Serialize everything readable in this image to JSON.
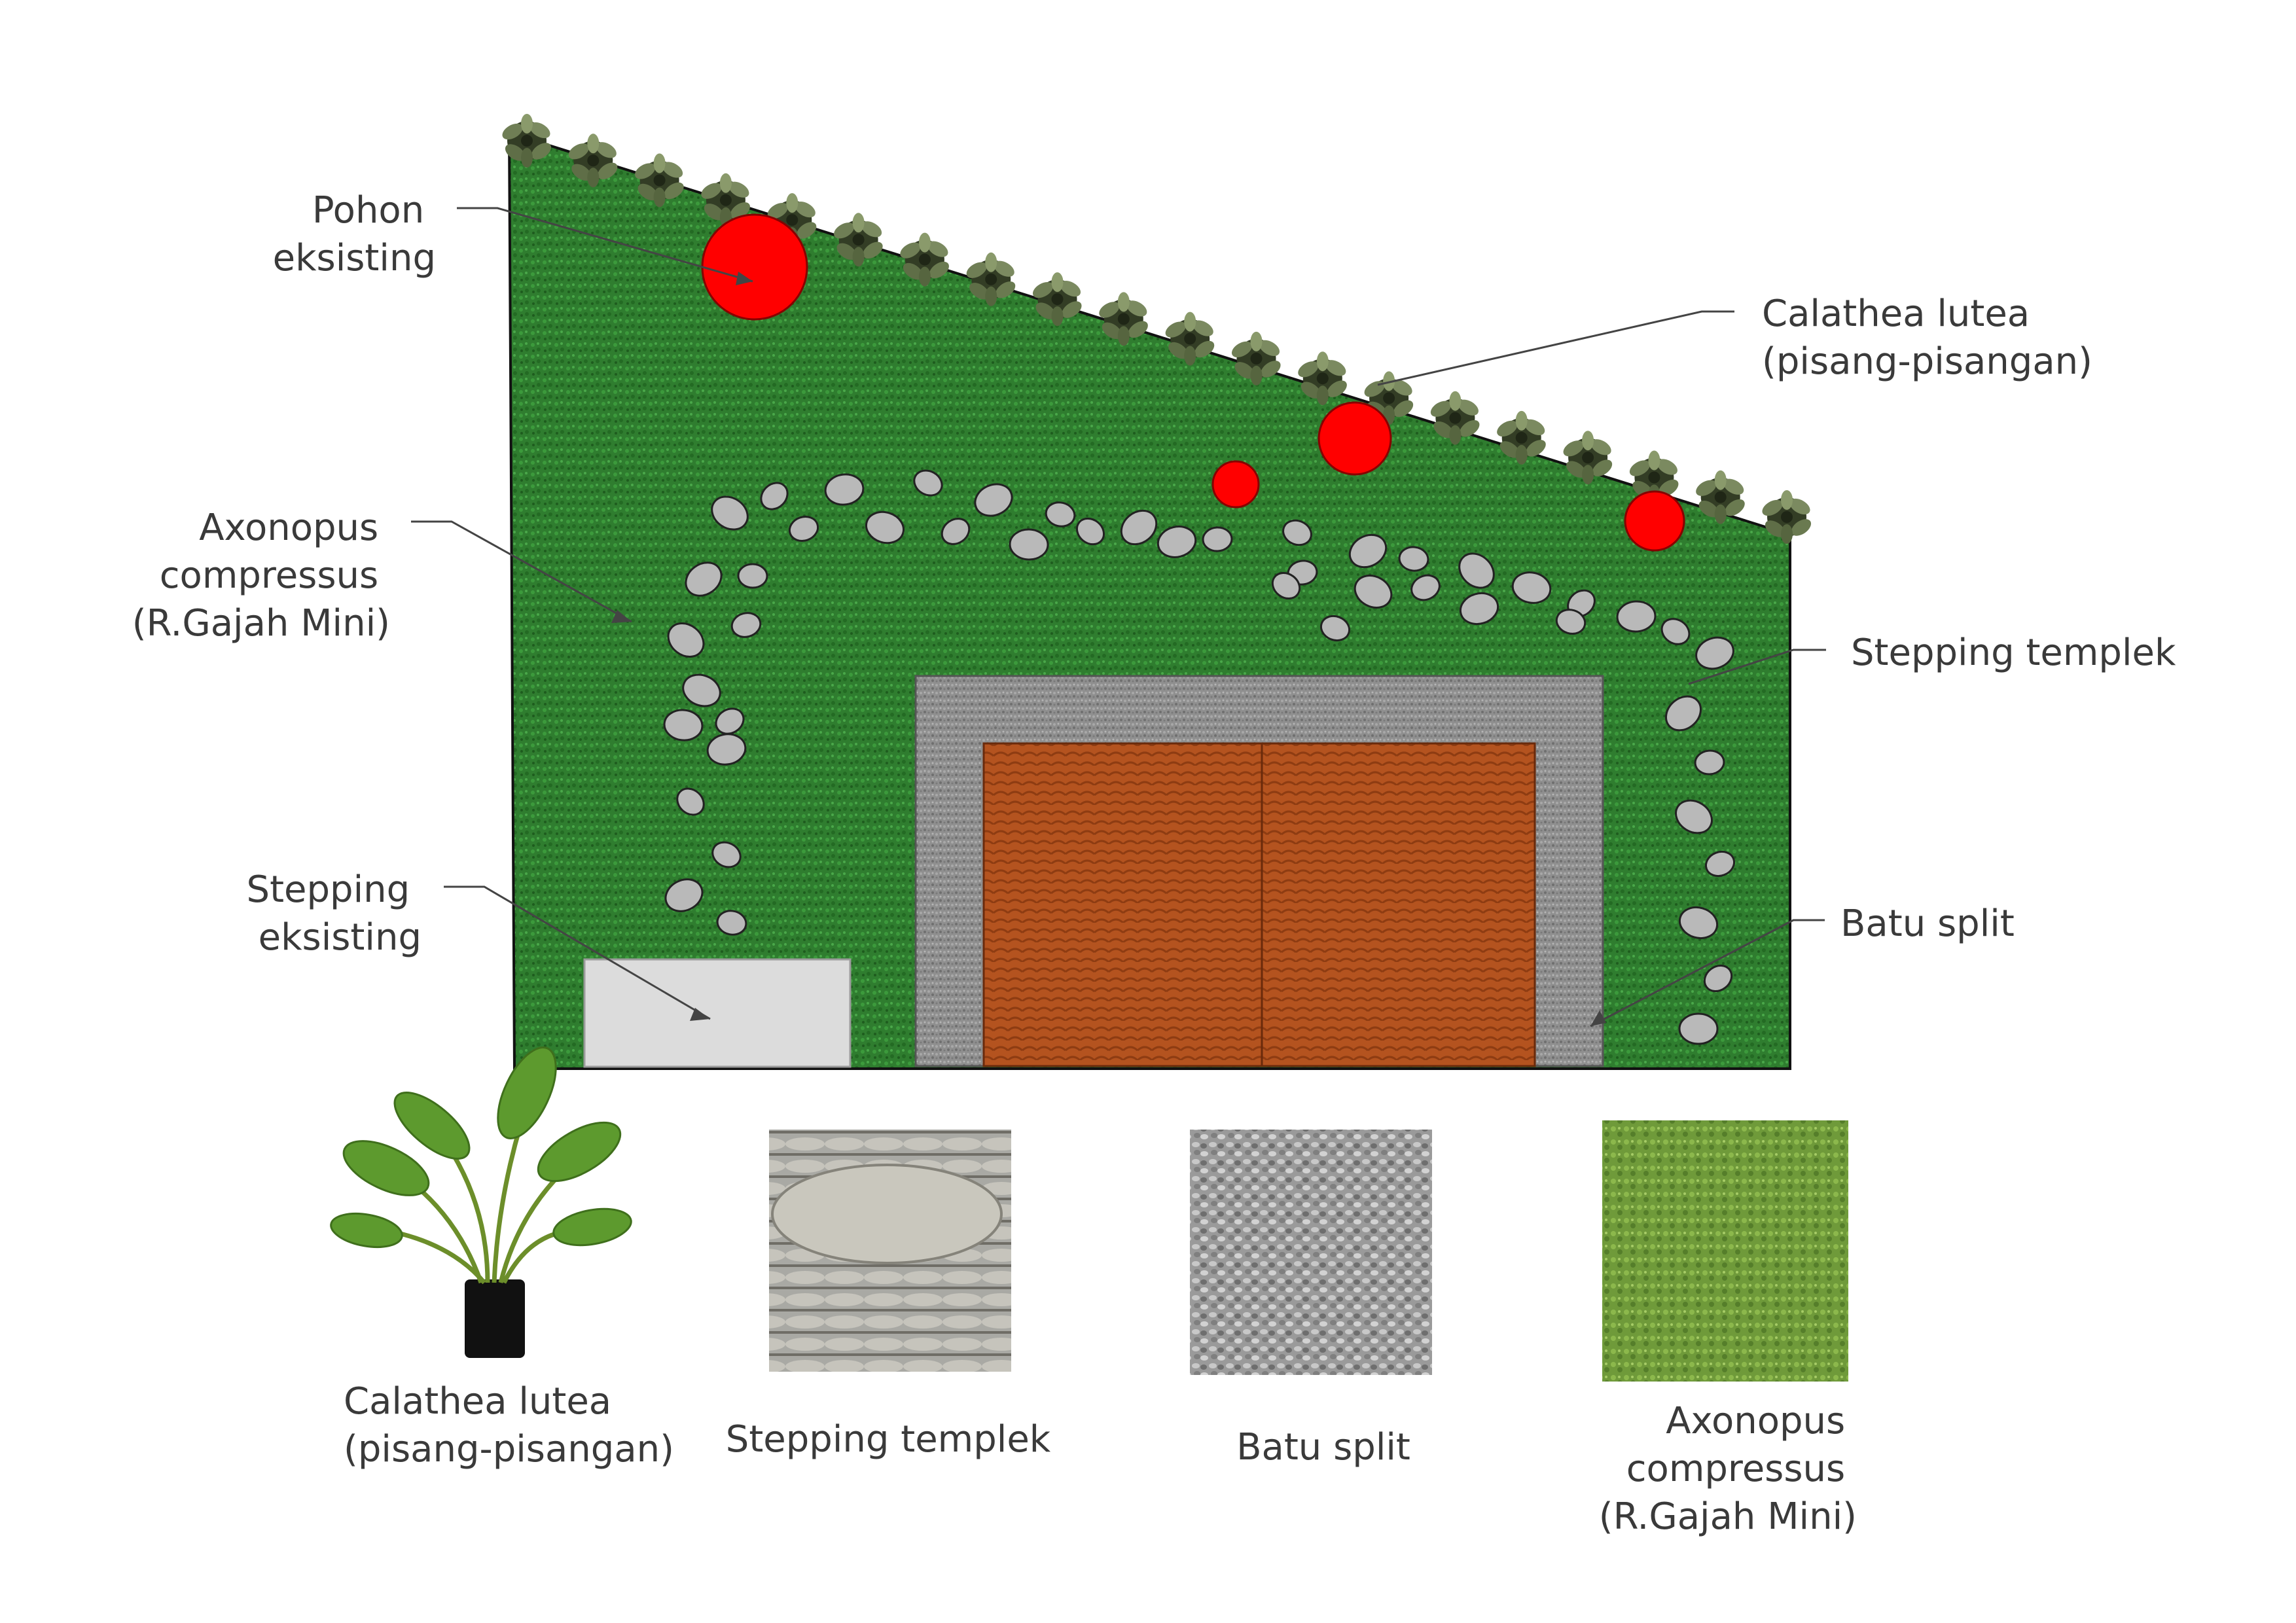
{
  "callouts": {
    "pohon": [
      "Pohon",
      "eksisting"
    ],
    "calathea": [
      "Calathea lutea",
      "(pisang-pisangan)"
    ],
    "axonopus": [
      "Axonopus",
      "compressus",
      "(R.Gajah Mini)"
    ],
    "stepping_templek": [
      "Stepping templek"
    ],
    "stepping_eksisting": [
      "Stepping",
      "eksisting"
    ],
    "batu_split": [
      "Batu split"
    ]
  },
  "legend": {
    "calathea": [
      "Calathea lutea",
      "(pisang-pisangan)"
    ],
    "stepping_templek": [
      "Stepping templek"
    ],
    "batu_split": [
      "Batu split"
    ],
    "axonopus": [
      "Axonopus",
      "compressus",
      "(R.Gajah Mini)"
    ]
  },
  "colors": {
    "lawn": "#2f7d2f",
    "lawn_dark": "#1f5a1f",
    "tree": "#ff0000",
    "gravel": "#8f8f8f",
    "tile": "#b4531f",
    "stone": "#b9b9b9",
    "paving": "#dcdcdc",
    "plant": "#3a4a2a"
  }
}
